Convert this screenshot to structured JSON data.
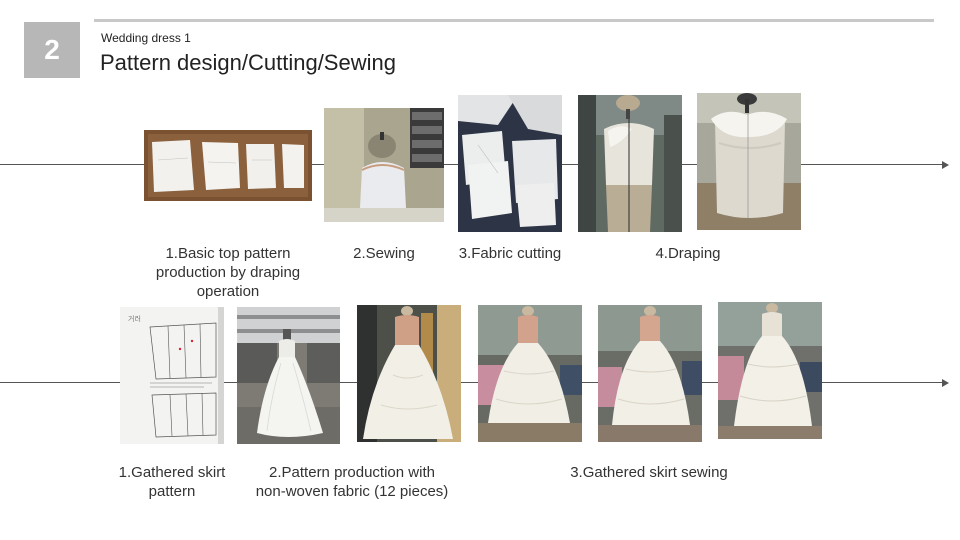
{
  "slide_number": "2",
  "subtitle": "Wedding dress 1",
  "title": "Pattern design/Cutting/Sewing",
  "row1": {
    "captions": {
      "c1": "1.Basic top pattern production by draping operation",
      "c2": "2.Sewing",
      "c3": "3.Fabric cutting",
      "c4": "4.Draping"
    }
  },
  "row2": {
    "captions": {
      "c1": "1.Gathered skirt pattern",
      "c2": "2.Pattern production with non-woven fabric (12 pieces)",
      "c3": "3.Gathered skirt sewing"
    },
    "pattern_sheet_note": "거러"
  }
}
